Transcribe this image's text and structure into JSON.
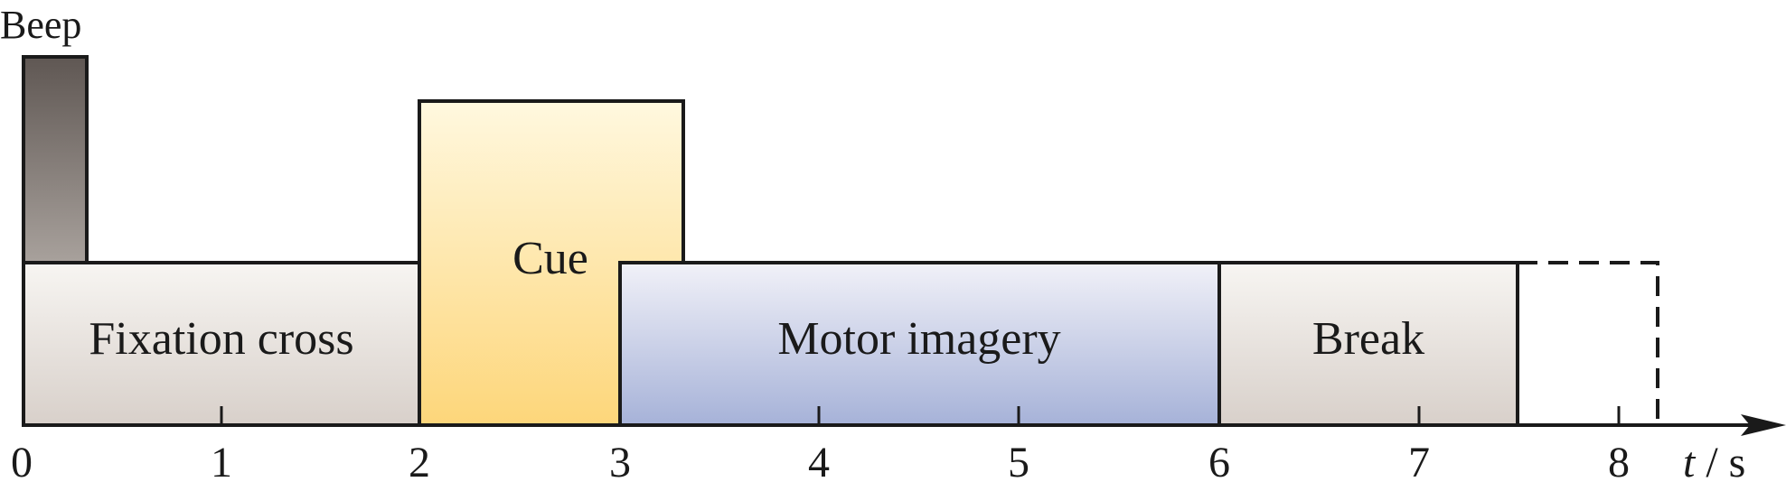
{
  "diagram": {
    "beep_label": "Beep",
    "segments": {
      "fixation": "Fixation cross",
      "cue": "Cue",
      "motor": "Motor imagery",
      "break": "Break"
    },
    "axis": {
      "ticks": [
        "0",
        "1",
        "2",
        "3",
        "4",
        "5",
        "6",
        "7",
        "8"
      ],
      "unit_t": "t",
      "unit_rest": " / s"
    },
    "colors": {
      "beep_top": "#5f5753",
      "beep_bottom": "#a8a19c",
      "fixation_top": "#f7f5f2",
      "fixation_bottom": "#d8d0ca",
      "cue_top": "#fff8df",
      "cue_bottom": "#fdd67a",
      "motor_top": "#f1f1f8",
      "motor_bottom": "#a6b2d8",
      "break_top": "#f7f5f2",
      "break_bottom": "#d8d0ca",
      "outline": "#1a1a1a"
    }
  }
}
